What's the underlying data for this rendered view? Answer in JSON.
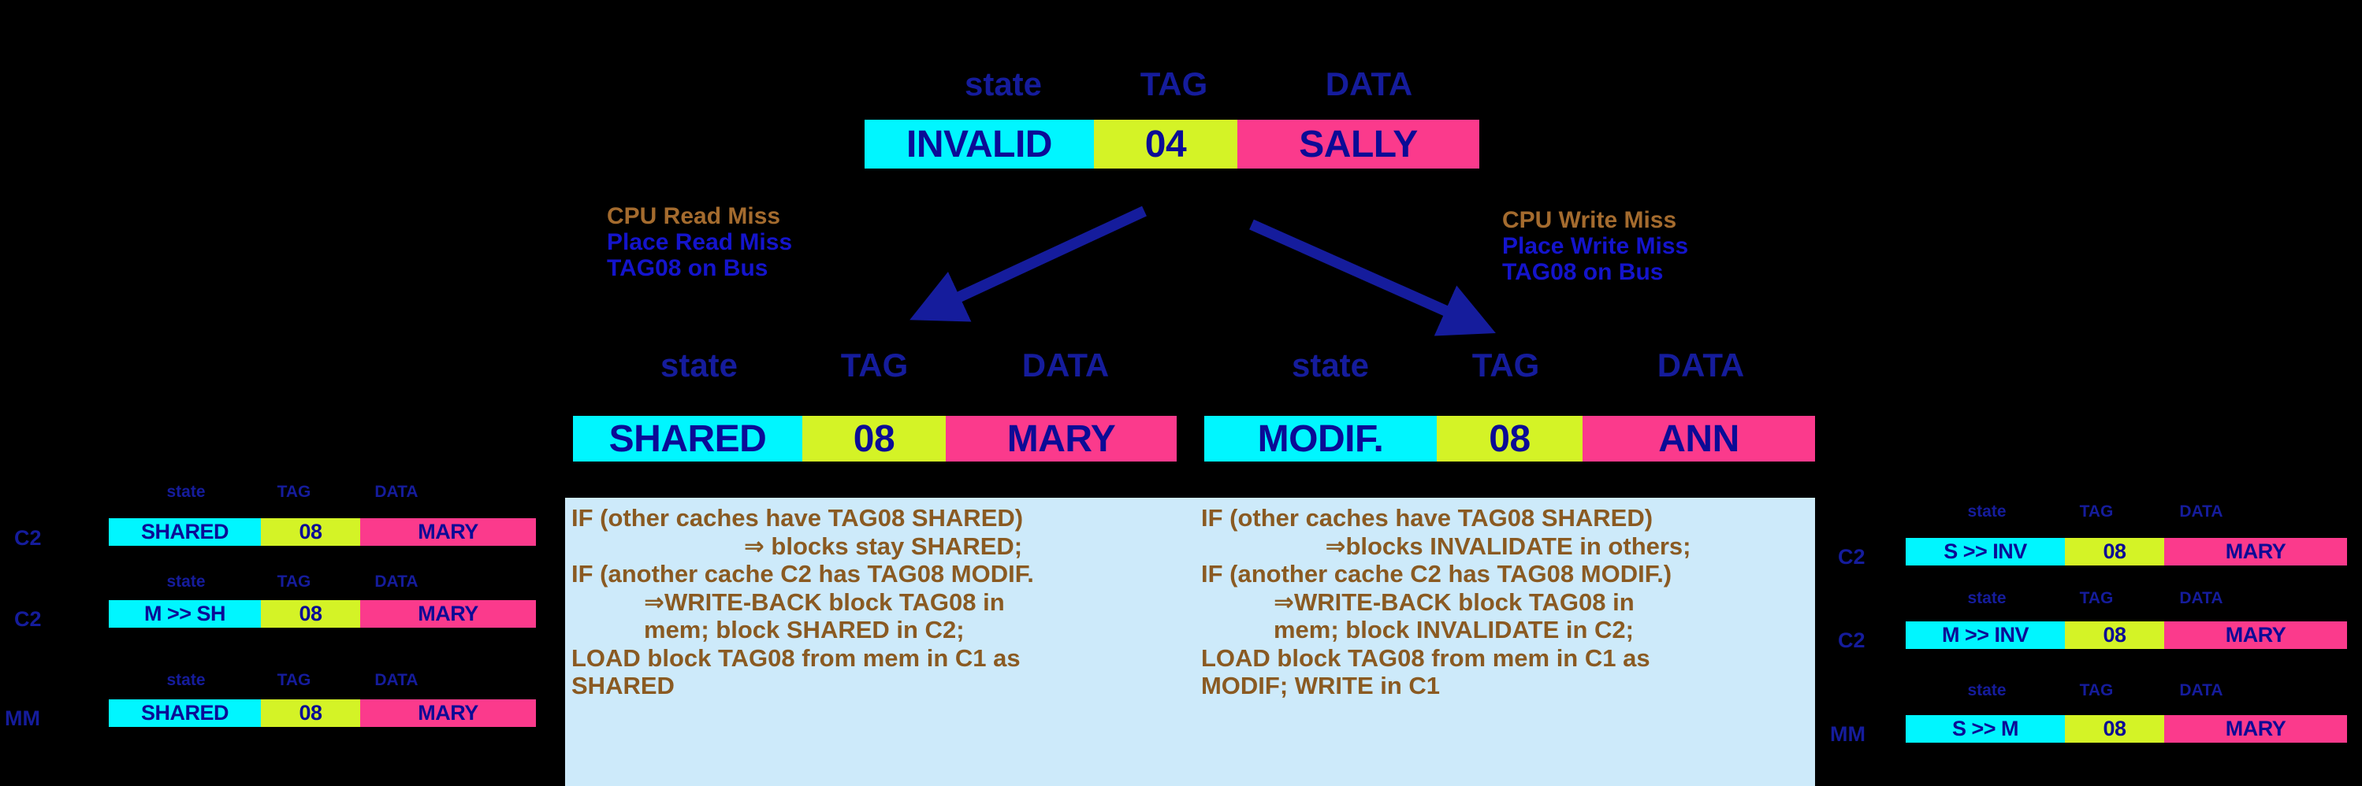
{
  "column_headers": {
    "state": "state",
    "tag": "TAG",
    "data": "DATA"
  },
  "colors": {
    "state_bg": "#00F6FF",
    "tag_bg": "#D4F326",
    "data_bg": "#FB3A8C",
    "text_blue": "#0b0b96",
    "header_blue": "#151C9C",
    "annot_brown": "#A46B2E",
    "annot_blue": "#1414CC",
    "panel_bg": "#CDEAFA",
    "panel_text": "#8A5A22",
    "arrow": "#151C9C",
    "background": "#000000"
  },
  "top_block": {
    "state": "INVALID",
    "tag": "04",
    "data": "SALLY"
  },
  "left_annotation": {
    "line1": "CPU Read Miss",
    "line2": "Place Read Miss",
    "line3": "TAG08 on Bus"
  },
  "right_annotation": {
    "line1": "CPU Write Miss",
    "line2": "Place Write Miss",
    "line3": "TAG08 on Bus"
  },
  "mid_left_block": {
    "state": "SHARED",
    "tag": "08",
    "data": "MARY"
  },
  "mid_right_block": {
    "state": "MODIF.",
    "tag": "08",
    "data": "ANN"
  },
  "description_left": {
    "lines": [
      "IF (other caches have TAG08 SHARED)",
      "⇒ blocks stay SHARED;",
      "IF (another cache C2 has TAG08 MODIF.",
      "⇒WRITE-BACK block TAG08 in",
      "mem; block SHARED in C2;",
      "LOAD block TAG08 from mem in C1 as",
      "SHARED"
    ]
  },
  "description_right": {
    "lines": [
      "IF (other caches have TAG08 SHARED)",
      "⇒blocks INVALIDATE  in others;",
      "IF (another cache C2 has TAG08 MODIF.)",
      "⇒WRITE-BACK block TAG08 in",
      "mem; block INVALIDATE  in C2;",
      "LOAD block TAG08 from mem in C1 as",
      "MODIF; WRITE in C1"
    ]
  },
  "bottom_left_tables": [
    {
      "label": "C2",
      "state": "SHARED",
      "tag": "08",
      "data": "MARY"
    },
    {
      "label": "C2",
      "state": "M >> SH",
      "tag": "08",
      "data": "MARY"
    },
    {
      "label": "MM",
      "state": "SHARED",
      "tag": "08",
      "data": "MARY"
    }
  ],
  "bottom_right_tables": [
    {
      "label": "C2",
      "state": "S >> INV",
      "tag": "08",
      "data": "MARY"
    },
    {
      "label": "C2",
      "state": "M >> INV",
      "tag": "08",
      "data": "MARY"
    },
    {
      "label": "MM",
      "state": "S >> M",
      "tag": "08",
      "data": "MARY"
    }
  ]
}
